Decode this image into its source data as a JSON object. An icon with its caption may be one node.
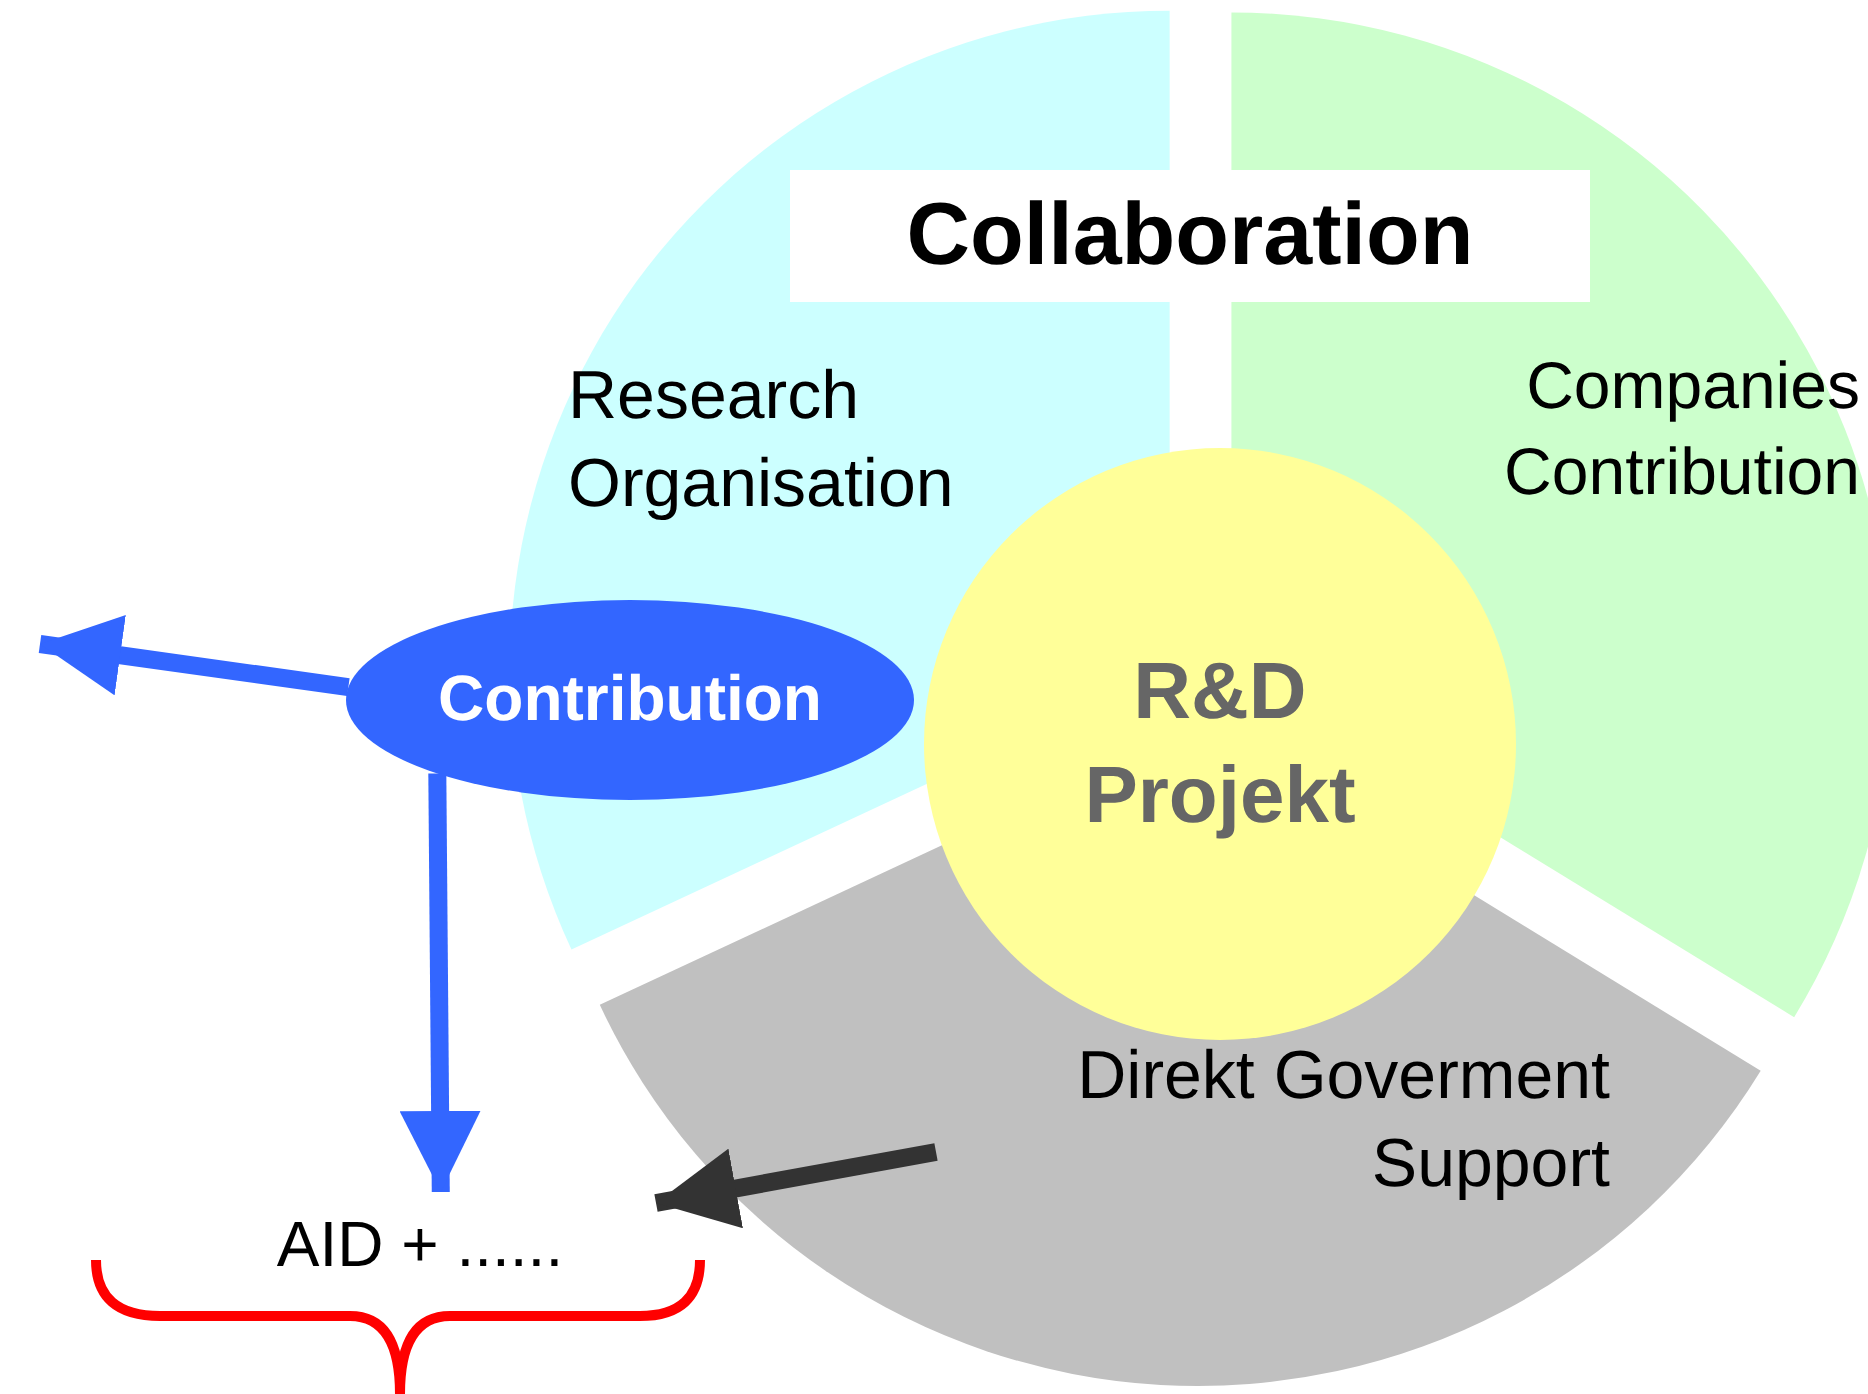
{
  "diagram": {
    "nodes": [
      {
        "text": [
          "Collaboration"
        ]
      },
      {
        "text": [
          "Research Organisation"
        ]
      },
      {
        "text": [
          "Companies Contribution"
        ]
      },
      {
        "text": [
          "R&D Projekt"
        ]
      },
      {
        "text": [
          "Contribution"
        ]
      },
      {
        "text": [
          "Direkt Goverment Support"
        ]
      },
      {
        "text": [
          "AID + ......"
        ]
      }
    ],
    "edges": [
      {
        "from": 4,
        "to": null,
        "arrow": "to"
      },
      {
        "from": 4,
        "to": 6,
        "arrow": "to"
      },
      {
        "from": 5,
        "to": 6,
        "arrow": "to",
        "color": "#333333"
      }
    ]
  }
}
